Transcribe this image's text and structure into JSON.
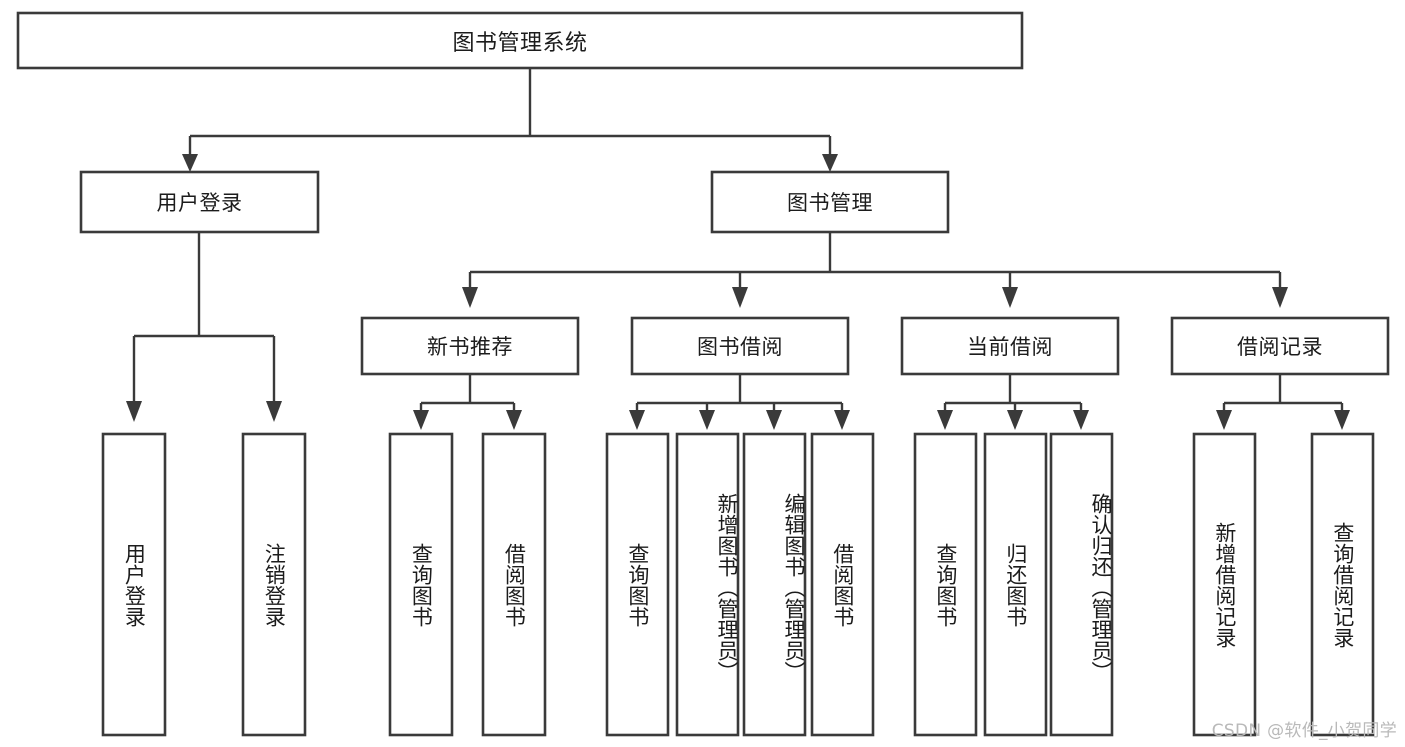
{
  "diagram": {
    "type": "tree-hierarchy-diagram",
    "title_text": "图书管理系统",
    "colors": {
      "box_stroke": "#3a3a3a",
      "box_fill": "#ffffff",
      "text": "#1c1c1c",
      "background": "#ffffff",
      "watermark": "#b9b9b9"
    },
    "root": {
      "label": "图书管理系统"
    },
    "level2": [
      {
        "label": "用户登录"
      },
      {
        "label": "图书管理"
      }
    ],
    "level3": [
      {
        "label": "新书推荐"
      },
      {
        "label": "图书借阅"
      },
      {
        "label": "当前借阅"
      },
      {
        "label": "借阅记录"
      }
    ],
    "leaves": {
      "user_login": [
        {
          "label": "用户登录"
        },
        {
          "label": "注销登录"
        }
      ],
      "new_book_recommend": [
        {
          "label": "查询图书"
        },
        {
          "label": "借阅图书"
        }
      ],
      "book_borrow": [
        {
          "label": "查询图书"
        },
        {
          "label": "新增图书（管理员）"
        },
        {
          "label": "编辑图书（管理员）"
        },
        {
          "label": "借阅图书"
        }
      ],
      "current_borrow": [
        {
          "label": "查询图书"
        },
        {
          "label": "归还图书"
        },
        {
          "label": "确认归还（管理员）"
        }
      ],
      "borrow_record": [
        {
          "label": "新增借阅记录"
        },
        {
          "label": "查询借阅记录"
        }
      ]
    },
    "watermark": "CSDN @软件_小贺同学"
  }
}
